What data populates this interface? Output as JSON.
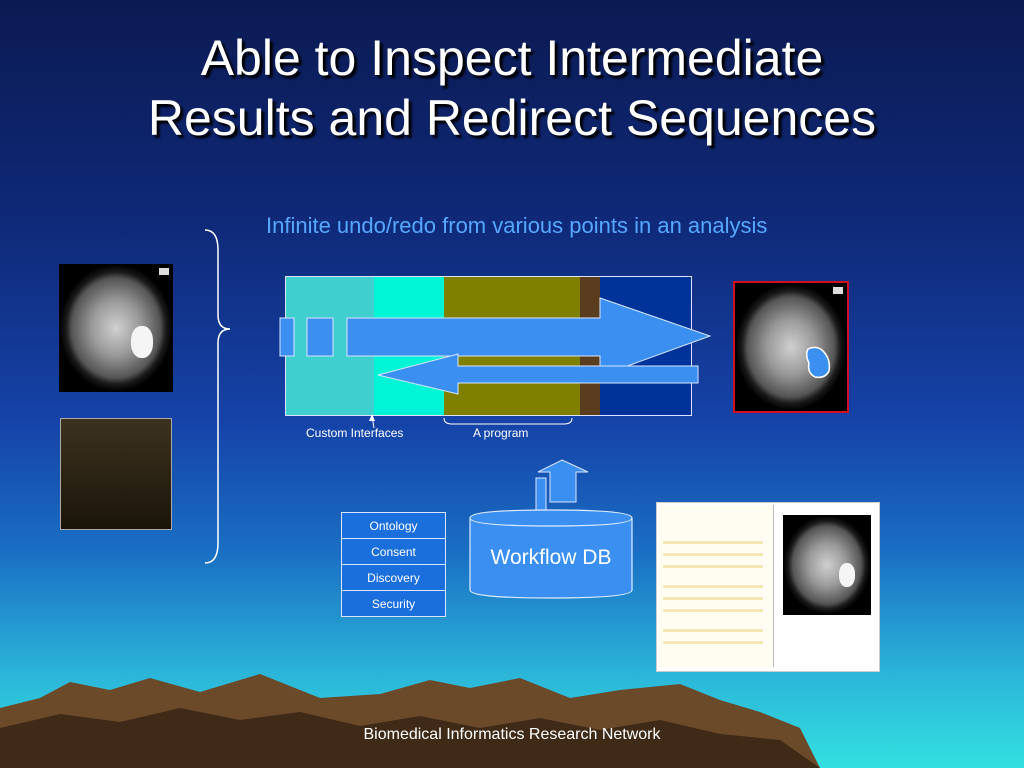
{
  "title_line1": "Able to Inspect Intermediate",
  "title_line2": "Results and Redirect Sequences",
  "subtitle": "Infinite undo/redo from various points in an analysis",
  "diagram": {
    "label_custom_interfaces": "Custom Interfaces",
    "label_program": "A program",
    "workflow_db": "Workflow DB",
    "stack": [
      "Ontology",
      "Consent",
      "Discovery",
      "Security"
    ]
  },
  "footer": "Biomedical Informatics Research Network",
  "colors": {
    "arrow": "#3a8ff0",
    "teal": "#3fcfcf",
    "aqua": "#00f5d6",
    "olive": "#808000",
    "brown": "#5a3c1e",
    "navy": "#003399",
    "stack_box": "#1b6fdc",
    "highlight": "#d01020"
  },
  "icons": [
    "brace-icon",
    "brain-scan-icon",
    "double-arrow-icon"
  ]
}
